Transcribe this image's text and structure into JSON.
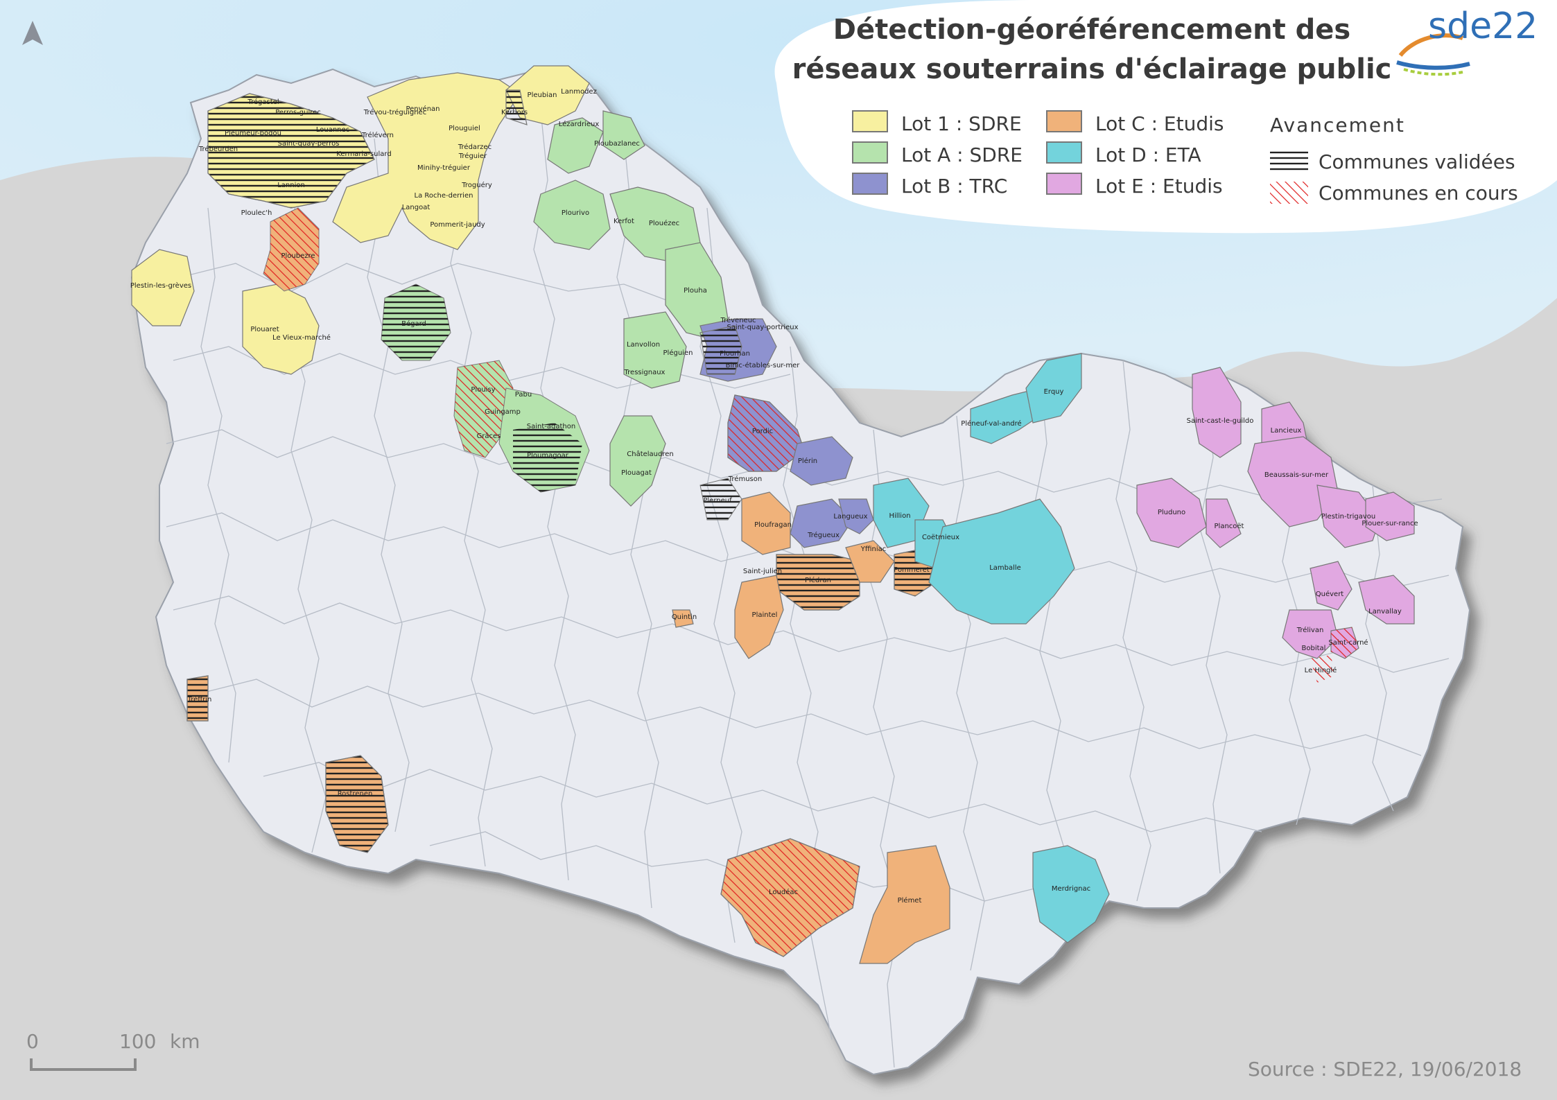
{
  "title": {
    "line1": "Détection-géoréférencement des",
    "line2": "réseaux souterrains d'éclairage public"
  },
  "logo": {
    "text": "sde22"
  },
  "legend": {
    "lots": [
      {
        "label": "Lot 1 :  SDRE",
        "color": "#f7f0a0"
      },
      {
        "label": "Lot A : SDRE",
        "color": "#b5e3ad"
      },
      {
        "label": "Lot B : TRC",
        "color": "#8e92cf"
      },
      {
        "label": "Lot C : Etudis",
        "color": "#f0b27a"
      },
      {
        "label": "Lot D : ETA",
        "color": "#73d3dc"
      },
      {
        "label": "Lot E : Etudis",
        "color": "#e1a8e1"
      }
    ],
    "avancement_title": "Avancement",
    "validated_label": "Communes validées",
    "inprogress_label": "Communes en cours"
  },
  "scale": {
    "zero": "0",
    "value": "100",
    "unit": "km"
  },
  "source": "Source : SDE22, 19/06/2018",
  "colors": {
    "sea": "#cfe9f7",
    "land_outside": "#d6d6d6",
    "department": "#e9ebf1",
    "lot1": "#f7f0a0",
    "lotA": "#b5e3ad",
    "lotB": "#8e92cf",
    "lotC": "#f0b27a",
    "lotD": "#73d3dc",
    "lotE": "#e1a8e1",
    "validated_hatch": "#222222",
    "inprogress_hatch": "#e02020"
  },
  "communes": [
    "Trégastel",
    "Perros-guirec",
    "Pleumeur-bodou",
    "Louannec",
    "Saint-quay-perros",
    "Trélévern",
    "Kermaria-sulard",
    "Trébeurden",
    "Lannion",
    "Ploulec'h",
    "Trévou-tréguignec",
    "Penvénan",
    "Plouguiel",
    "Trédarzec",
    "Tréguier",
    "Minihy-tréguier",
    "Troguéry",
    "La Roche-derrien",
    "Langoat",
    "Pommerit-jaudy",
    "Pleubian",
    "Lanmodez",
    "Kerbors",
    "Ploubezre",
    "Plestin-les-grèves",
    "Plouaret",
    "Le Vieux-marché",
    "Bégard",
    "Lézardrieux",
    "Ploubazlanec",
    "Plourivo",
    "Kerfot",
    "Plouézec",
    "Plouha",
    "Lanvollon",
    "Pléguien",
    "Tressignaux",
    "Châtelaudren",
    "Plouagat",
    "Ploumagoar",
    "Pabu",
    "Guingamp",
    "Plouisy",
    "Grâces",
    "Saint-agathon",
    "Tréveneuc",
    "Saint-quay-portrieux",
    "Plourhan",
    "Binic-étables-sur-mer",
    "Pordic",
    "Plérin",
    "Trémuson",
    "Langueux",
    "Trégueux",
    "Ploufragan",
    "Plerneuf",
    "Yffiniac",
    "Pommeret",
    "Saint-julien",
    "Plédran",
    "Plaintel",
    "Quintin",
    "Tréffrin",
    "Rostrenen",
    "Loudéac",
    "Plémet",
    "Pléneuf-val-andré",
    "Erquy",
    "Hillion",
    "Coëtmieux",
    "Lamballe",
    "Merdrignac",
    "Saint-cast-le-guildo",
    "Lancieux",
    "Beaussais-sur-mer",
    "Pluduno",
    "Plancoët",
    "Plestin-trigavou",
    "Plouer-sur-rance",
    "Quévert",
    "Lanvallay",
    "Trélivan",
    "Bobital",
    "Saint-carné",
    "Le Hinglé"
  ]
}
